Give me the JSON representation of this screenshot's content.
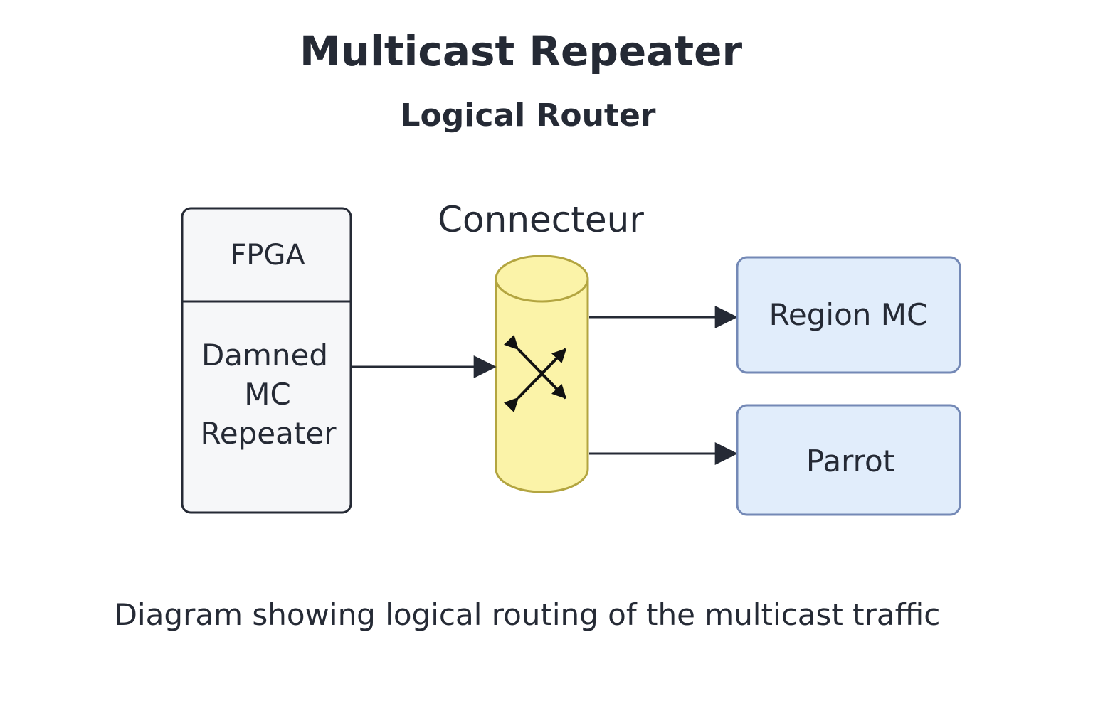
{
  "title": "Multicast Repeater",
  "subtitle": "Logical Router",
  "caption": "Diagram showing logical routing of the multicast traffic",
  "nodes": {
    "fpga": {
      "header": "FPGA",
      "body_lines": [
        "Damned",
        "MC",
        "Repeater"
      ]
    },
    "connector": {
      "label": "Connecteur",
      "icon": "crossed-arrows-icon"
    },
    "region_mc": {
      "label": "Region MC"
    },
    "parrot": {
      "label": "Parrot"
    }
  },
  "edges": [
    {
      "from": "FPGA",
      "to": "Connecteur"
    },
    {
      "from": "Connecteur",
      "to": "Region MC"
    },
    {
      "from": "Connecteur",
      "to": "Parrot"
    }
  ],
  "colors": {
    "text": "#252a35",
    "fpga_fill": "#f6f7f9",
    "fpga_stroke": "#252a35",
    "cylinder_fill": "#fbf3a8",
    "cylinder_stroke": "#b3a540",
    "target_fill": "#e1edfb",
    "target_stroke": "#7489b6",
    "edge": "#252a35"
  }
}
